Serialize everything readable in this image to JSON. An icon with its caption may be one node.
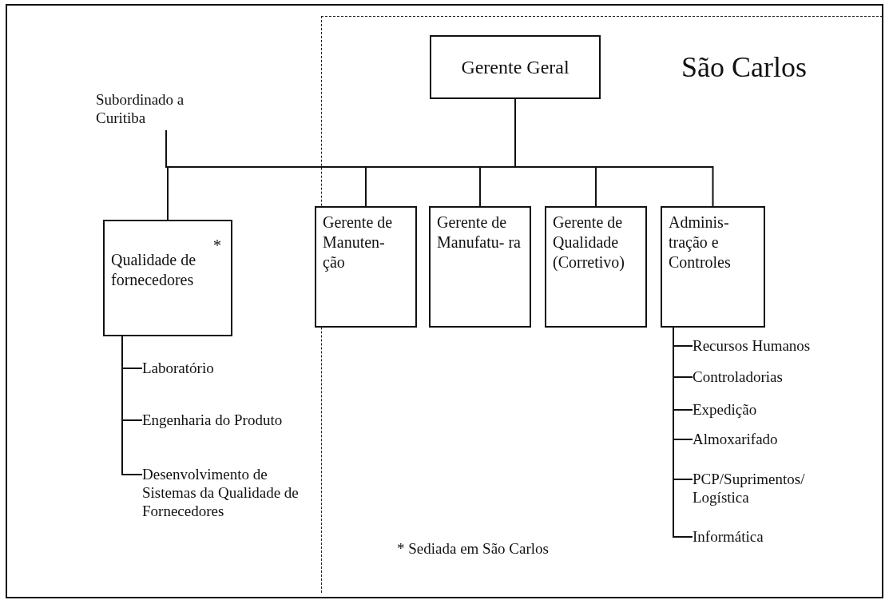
{
  "diagram": {
    "nodes": [
      {
        "text": [
          "São Carlos"
        ]
      },
      {
        "text": [
          "Subordinado a Curitiba"
        ]
      },
      {
        "text": [
          "Gerente Geral"
        ],
        "in": 0
      },
      {
        "text": [
          "*",
          "Qualidade de fornecedores"
        ]
      },
      {
        "text": [
          "Gerente de Manuten- ção"
        ],
        "in": 0
      },
      {
        "text": [
          "Gerente de Manufatu- ra"
        ],
        "in": 0
      },
      {
        "text": [
          "Gerente de Qualidade (Corretivo)"
        ],
        "in": 0
      },
      {
        "text": [
          "Adminis- tração e Controles"
        ],
        "in": 0
      },
      {
        "text": [
          "Laboratório"
        ]
      },
      {
        "text": [
          "Engenharia do Produto"
        ]
      },
      {
        "text": [
          "Desenvolvimento de Sistemas da Qualidade de Fornecedores"
        ]
      },
      {
        "text": [
          "Recursos Humanos"
        ],
        "in": 0
      },
      {
        "text": [
          "Controladorias"
        ],
        "in": 0
      },
      {
        "text": [
          "Expedição"
        ],
        "in": 0
      },
      {
        "text": [
          "Almoxarifado"
        ],
        "in": 0
      },
      {
        "text": [
          "PCP/Suprimentos/ Logística"
        ],
        "in": 0
      },
      {
        "text": [
          "Informática"
        ],
        "in": 0
      }
    ],
    "edges": [
      {
        "from": 1,
        "to": 3,
        "arrow": "none"
      },
      {
        "from": 2,
        "to": 3,
        "arrow": "none"
      },
      {
        "from": 2,
        "to": 4,
        "arrow": "none"
      },
      {
        "from": 2,
        "to": 5,
        "arrow": "none"
      },
      {
        "from": 2,
        "to": 6,
        "arrow": "none"
      },
      {
        "from": 2,
        "to": 7,
        "arrow": "none"
      },
      {
        "from": 3,
        "to": 8,
        "arrow": "none"
      },
      {
        "from": 3,
        "to": 9,
        "arrow": "none"
      },
      {
        "from": 3,
        "to": 10,
        "arrow": "none"
      },
      {
        "from": 7,
        "to": 11,
        "arrow": "none"
      },
      {
        "from": 7,
        "to": 12,
        "arrow": "none"
      },
      {
        "from": 7,
        "to": 13,
        "arrow": "none"
      },
      {
        "from": 7,
        "to": 14,
        "arrow": "none"
      },
      {
        "from": 7,
        "to": 15,
        "arrow": "none"
      },
      {
        "from": 7,
        "to": 16,
        "arrow": "none"
      }
    ],
    "labels": [
      "* Sediada em São Carlos"
    ]
  }
}
